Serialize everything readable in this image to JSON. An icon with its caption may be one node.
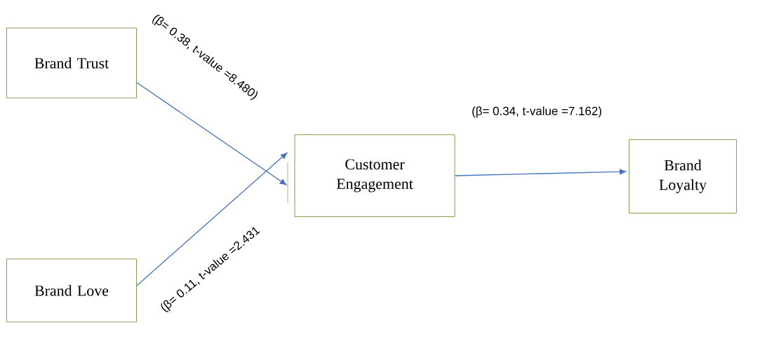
{
  "diagram": {
    "nodes": [
      {
        "text": [
          "Brand Trust"
        ]
      },
      {
        "text": [
          "Brand Love"
        ]
      },
      {
        "text": [
          "Customer Engagement"
        ]
      },
      {
        "text": [
          "Brand Loyalty"
        ]
      }
    ],
    "edges": [
      {
        "from": 0,
        "to": 2,
        "arrow": "to",
        "label": "(β= 0.38, t-value =8.480)"
      },
      {
        "from": 1,
        "to": 2,
        "arrow": "to",
        "label": "(β= 0.11, t-value =2.431"
      },
      {
        "from": 2,
        "to": 3,
        "arrow": "to",
        "label": "(β= 0.34, t-value =7.162)"
      }
    ]
  }
}
